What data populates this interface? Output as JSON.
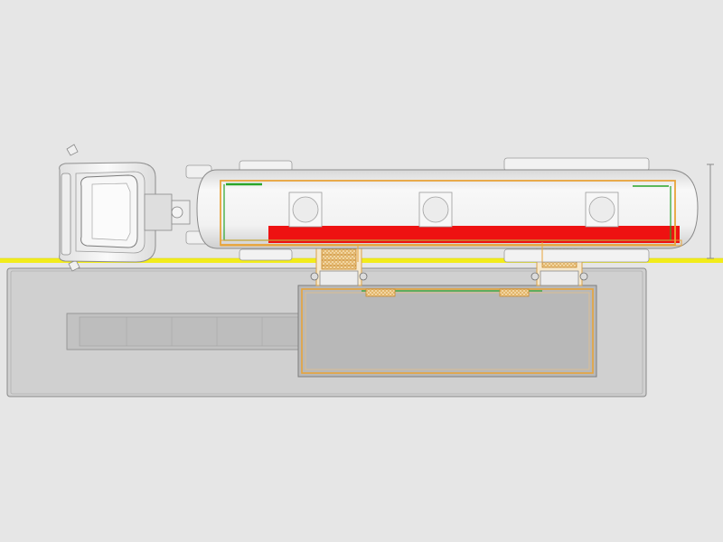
{
  "scene": {
    "background": "#e6e6e6",
    "colors": {
      "road_line": "#f2ec1a",
      "tank_outline": "#e8a43a",
      "liquid_fill": "#ee1111",
      "sensor_line": "#2aa52a",
      "pit_fill": "#c9c9c9",
      "pit_deep_fill": "#b8b8b8",
      "vehicle_body": "#f4f4f4",
      "vehicle_stroke": "#9a9a9a"
    },
    "tank_compartments": 3,
    "loading_platforms": 2,
    "liquid_level_fraction": 0.3
  }
}
